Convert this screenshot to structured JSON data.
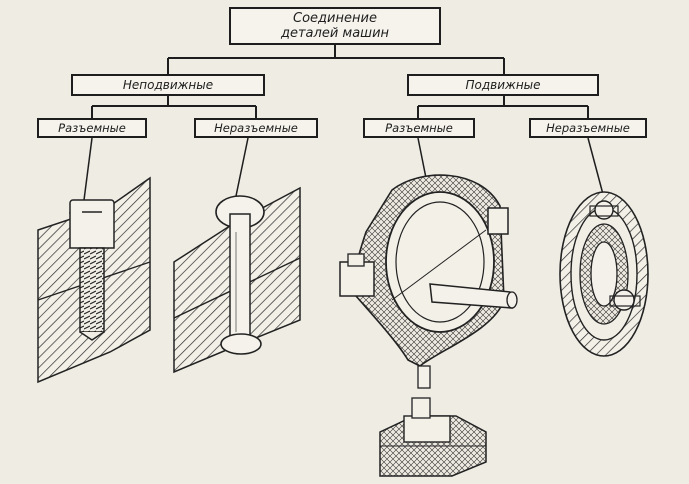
{
  "diagram": {
    "root": {
      "line1": "Соединение",
      "line2": "деталей машин"
    },
    "fixed": {
      "label": "Неподвижные",
      "detachable": "Разъемные",
      "permanent": "Неразъемные"
    },
    "movable": {
      "label": "Подвижные",
      "detachable": "Разъемные",
      "permanent": "Неразъемные"
    }
  }
}
